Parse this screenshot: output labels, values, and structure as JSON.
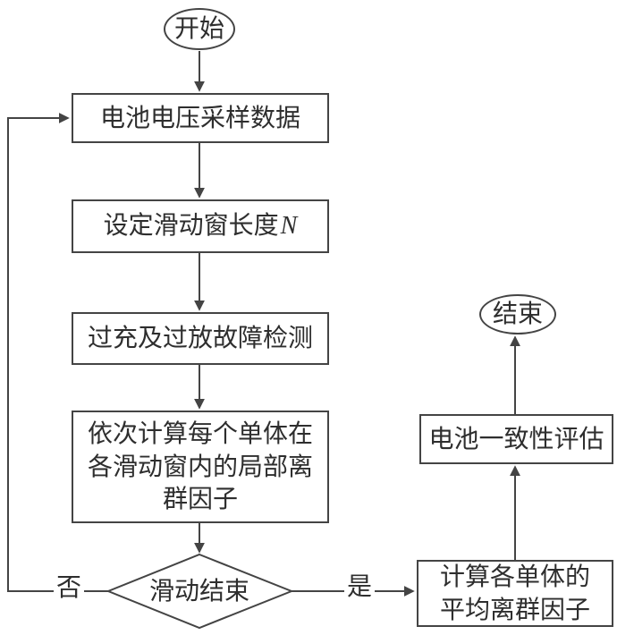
{
  "nodes": {
    "start": {
      "label": "开始"
    },
    "sampling": {
      "label": "电池电压采样数据"
    },
    "window": {
      "text": "设定滑动窗长度",
      "var": "N"
    },
    "fault": {
      "label": "过充及过放故障检测"
    },
    "lof": {
      "lines": [
        "依次计算每个单体在",
        "各滑动窗内的局部离",
        "群因子"
      ]
    },
    "decision": {
      "label": "滑动结束"
    },
    "average": {
      "lines": [
        "计算各单体的",
        "平均离群因子"
      ]
    },
    "consistency": {
      "label": "电池一致性评估"
    },
    "end": {
      "label": "结束"
    }
  },
  "edge_labels": {
    "no": "否",
    "yes": "是"
  },
  "colors": {
    "line": "#444444",
    "text": "#2e2e2e",
    "fill": "#ffffff"
  }
}
